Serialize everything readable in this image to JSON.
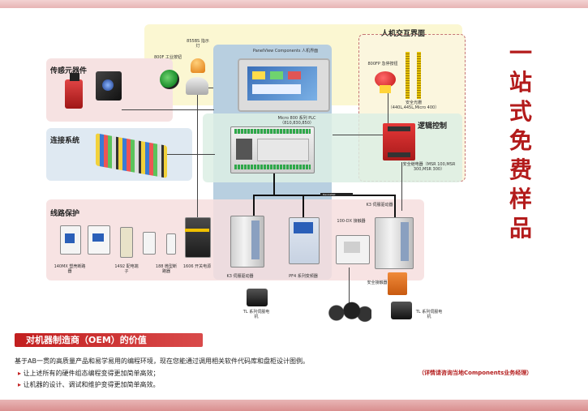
{
  "page": {
    "vertical_title": [
      "一",
      "站",
      "式",
      "免",
      "费",
      "样",
      "品"
    ],
    "sections": {
      "hmi": "人机交互界面",
      "sensors": "传感元器件",
      "connection": "连接系统",
      "logic": "逻辑控制",
      "circuit": "线路保护"
    },
    "devices": {
      "tower_light": "855BS 指示灯",
      "push_button": "800F 工业按钮",
      "panelview": "PanelView Components 人机界面",
      "plc": "Micro 800 系列 PLC（810,830,850）",
      "estop": "800FP 急停按钮",
      "light_curtain": "安全光栅（440L,445L,Micro 400）",
      "safety_relay": "安全继电器（MSR 100,MSR 300,MSR 300）",
      "breaker_140": "140MX 塑壳断路器",
      "fuse_1492": "1492 配电端子",
      "breaker_188": "188 微型断路器",
      "power_1606": "1606 开关电源",
      "k3_drive_left": "K3 伺服驱动器",
      "pf4": "PF4 系列变频器",
      "contactor_100dx": "100-DX 接触器",
      "k3_drive_right": "K3 伺服驱动器",
      "safety_contactor": "安全接触器",
      "motor_left": "TL 系列伺服电机",
      "motor_right": "TL 系列伺服电机",
      "bus_label": "DeviceNet"
    },
    "oem_heading": "对机器制造商（OEM）的价值",
    "intro": "基于AB一贯的高质量产品和易学易用的编程环境，现在您能通过调用相关软件代码库和盘柜设计图例。",
    "bullets": [
      "让上述所有的硬件组态编程变得更加简单高效；",
      "让机器的设计、调试和维护变得更加简单高效。"
    ],
    "footer_note": "（详情请咨询当地Components业务经理）",
    "colors": {
      "accent": "#c21f1f",
      "yellow_panel": "#fbf7d2",
      "blue_panel": "#aec8dc",
      "green_panel": "#dfeee6",
      "pink_panel": "#f6e2e2",
      "logic_panel": "#fbf6de"
    }
  }
}
